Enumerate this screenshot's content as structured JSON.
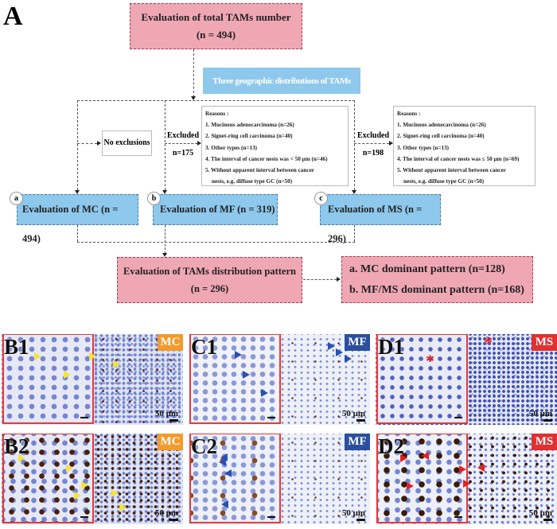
{
  "figure_label": "A",
  "flowchart": {
    "total": {
      "line1": "Evaluation of  total TAMs number",
      "line2": "(n = 494)"
    },
    "geo": "Three geographic distributions of TAMs",
    "no_exclusions": "No exclusions",
    "excluded_mf": {
      "label": "Excluded",
      "n": "n=175"
    },
    "excluded_ms": {
      "label": "Excluded",
      "n": "n=198"
    },
    "reasons_mf": {
      "title": "Reasons :",
      "items": [
        "1. Mucinous adenocarcinoma (n=26)",
        "2. Signet-ring cell carcinoma (n=40)",
        "3. Other types (n=13)",
        "4. The interval of cancer nests was < 50 μm  (n=46)",
        "5. Without apparent interval between cancer",
        "nests, e.g. diffuse type GC (n=50)"
      ]
    },
    "reasons_ms": {
      "title": "Reasons :",
      "items": [
        "1. Mucinous adenocarcinoma (n=26)",
        "2. Signet-ring cell carcinoma (n=40)",
        "3. Other types (n=13)",
        "4. The interval of cancer nests was ≤ 50 μm (n=69)",
        "5. Without apparent interval between cancer",
        "nests, e.g. diffuse type GC (n=50)"
      ]
    },
    "eval_mc": {
      "badge": "a",
      "label": "Evaluation of  MC (n = 494)"
    },
    "eval_mf": {
      "badge": "b",
      "label": "Evaluation of MF (n = 319)"
    },
    "eval_ms": {
      "badge": "c",
      "label": "Evaluation of MS (n = 296)"
    },
    "pattern": {
      "line1": "Evaluation of TAMs distribution pattern",
      "line2": "(n = 296)"
    },
    "result": {
      "line1": "a. MC dominant pattern (n=128)",
      "line2": "b. MF/MS dominant pattern (n=168)"
    }
  },
  "panels": [
    {
      "label": "B1",
      "tag": "MC",
      "tag_color": "#f39a2a",
      "scale": "50 μm"
    },
    {
      "label": "C1",
      "tag": "MF",
      "tag_color": "#2a4fa0",
      "scale": "50 μm"
    },
    {
      "label": "D1",
      "tag": "MS",
      "tag_color": "#e03030",
      "scale": "50 μm"
    },
    {
      "label": "B2",
      "tag": "MC",
      "tag_color": "#f39a2a",
      "scale": "50 μm"
    },
    {
      "label": "C2",
      "tag": "MF",
      "tag_color": "#2a4fa0",
      "scale": "50 μm"
    },
    {
      "label": "D2",
      "tag": "MS",
      "tag_color": "#e03030",
      "scale": "50 μm"
    }
  ]
}
